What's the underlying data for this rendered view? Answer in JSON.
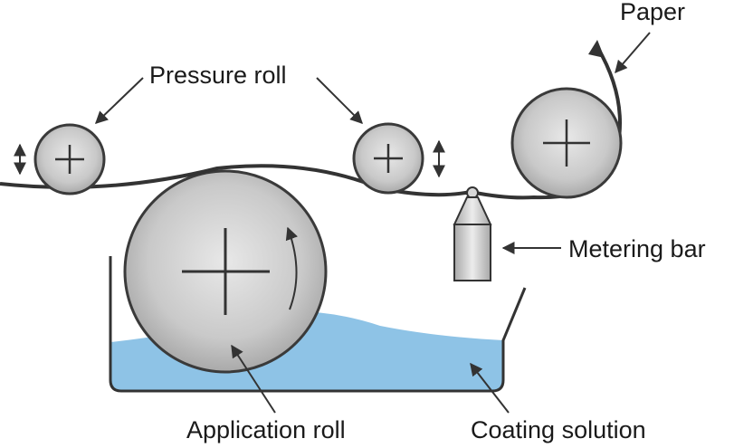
{
  "labels": {
    "paper": "Paper",
    "pressure_roll": "Pressure roll",
    "metering_bar": "Metering bar",
    "application_roll": "Application roll",
    "coating_solution": "Coating solution"
  },
  "colors": {
    "roll_fill": "#c8c8c8",
    "roll_stroke": "#3a3a3a",
    "coating_solution": "#8ec3e6",
    "line": "#333333"
  }
}
